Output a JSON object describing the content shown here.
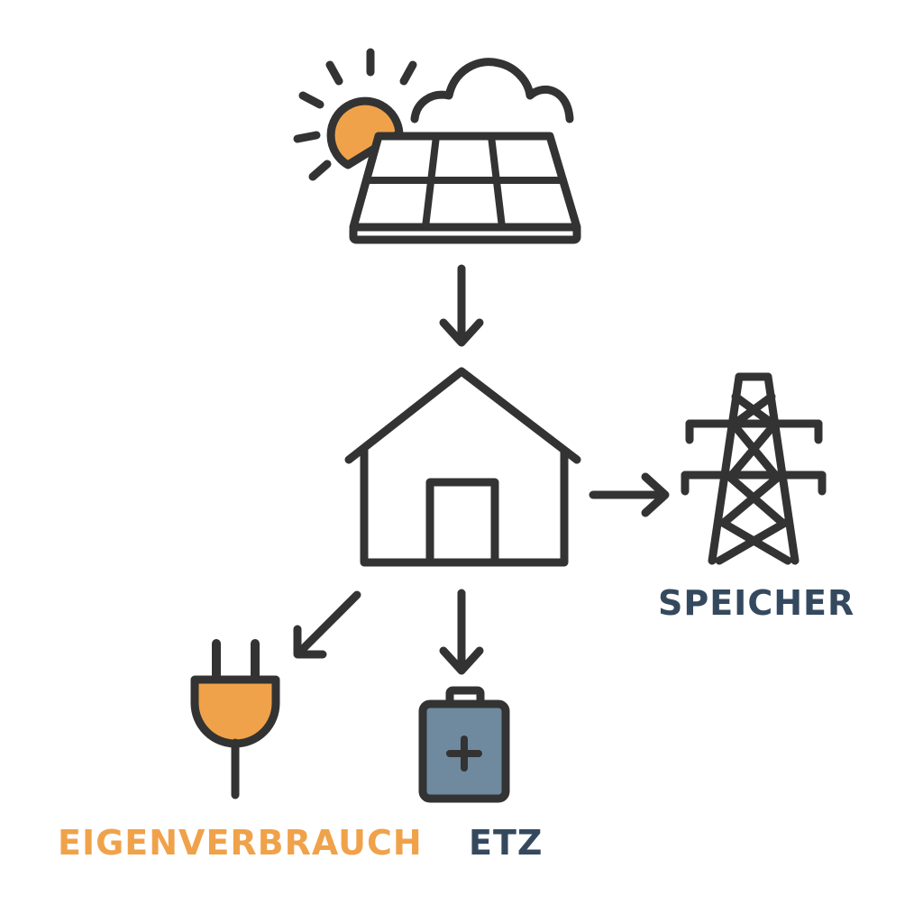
{
  "colors": {
    "stroke": "#333333",
    "accent_orange": "#f0a24a",
    "accent_blue": "#34495e",
    "battery_fill": "#6f8a9e",
    "background": "#ffffff"
  },
  "nodes": {
    "solar": {
      "icon": "solar-panel-icon",
      "sun_icon": "sun-icon",
      "cloud_icon": "cloud-icon"
    },
    "house": {
      "icon": "house-icon"
    },
    "grid": {
      "icon": "power-pylon-icon",
      "label": "SPEICHER"
    },
    "consumption": {
      "icon": "plug-icon",
      "label": "EIGENVERBRAUCH"
    },
    "battery": {
      "icon": "battery-icon",
      "label": "ETZ"
    }
  },
  "edges": [
    {
      "from": "solar",
      "to": "house"
    },
    {
      "from": "house",
      "to": "grid"
    },
    {
      "from": "house",
      "to": "consumption"
    },
    {
      "from": "house",
      "to": "battery"
    }
  ]
}
